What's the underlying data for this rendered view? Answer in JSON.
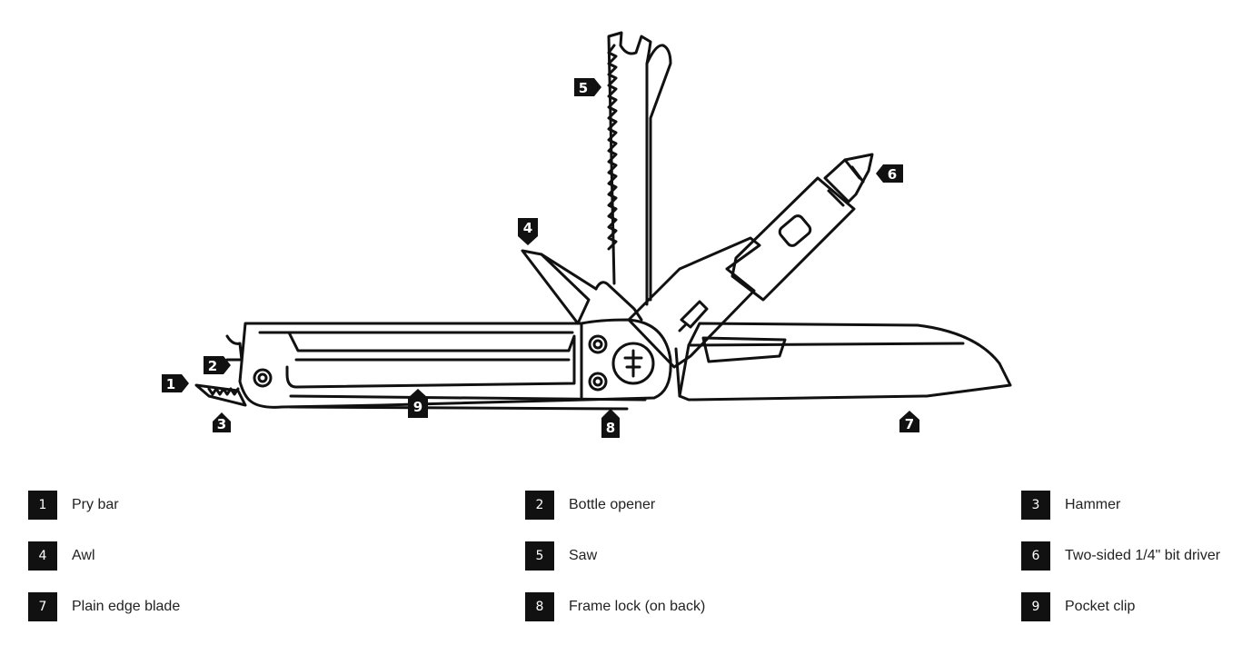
{
  "callouts": {
    "c1": "1",
    "c2": "2",
    "c3": "3",
    "c4": "4",
    "c5": "5",
    "c6": "6",
    "c7": "7",
    "c8": "8",
    "c9": "9"
  },
  "legend": [
    {
      "number": "1",
      "label": "Pry bar"
    },
    {
      "number": "2",
      "label": "Bottle opener"
    },
    {
      "number": "3",
      "label": "Hammer"
    },
    {
      "number": "4",
      "label": "Awl"
    },
    {
      "number": "5",
      "label": "Saw"
    },
    {
      "number": "6",
      "label": "Two-sided 1/4\" bit driver"
    },
    {
      "number": "7",
      "label": "Plain edge blade"
    },
    {
      "number": "8",
      "label": "Frame lock (on back)"
    },
    {
      "number": "9",
      "label": "Pocket clip"
    }
  ]
}
